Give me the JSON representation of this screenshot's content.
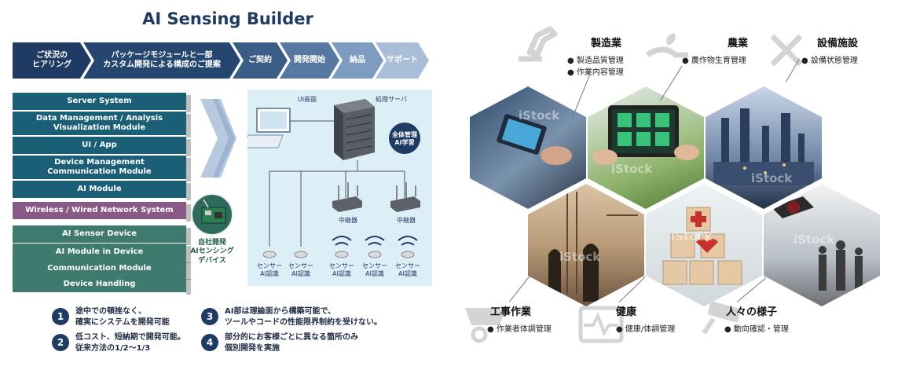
{
  "title": "AI Sensing Builder",
  "process_steps": [
    {
      "label": "ご状況の\nヒアリング",
      "color": "#1f3a63"
    },
    {
      "label": "パッケージモジュールと一部\nカスタム開発による構成のご提案",
      "color": "#25466f"
    },
    {
      "label": "ご契約",
      "color": "#3a5d88"
    },
    {
      "label": "開発開始",
      "color": "#5577a0"
    },
    {
      "label": "納品",
      "color": "#7e9cc0"
    },
    {
      "label": "サポート",
      "color": "#a9bfd9"
    }
  ],
  "stack": {
    "dark": [
      "Server System",
      "Data Management / Analysis\nVisualization Module",
      "UI / App",
      "Device Management\nCommunication Module",
      "AI Module"
    ],
    "network": "Wireless / Wired Network System",
    "device": [
      "AI Sensor Device",
      "AI Module in Device",
      "Communication Module",
      "Device Handling"
    ]
  },
  "device_label": "自社開発\nAIセンシング\nデバイス",
  "architecture": {
    "ui_label": "UI画面",
    "server_label": "処理サーバ",
    "ai_badge": "全体管理\nAI学習",
    "relay_label": "中継器",
    "sensor_label": "センサー\nAI認識"
  },
  "benefits": [
    {
      "num": "1",
      "text": "途中での頓挫なく、\n確実にシステムを開発可能"
    },
    {
      "num": "2",
      "text": "低コスト、短納期で開発可能。\n従来方法の1/2〜1/3"
    },
    {
      "num": "3",
      "text": "AI部は理論面から構築可能で、\nツールやコードの性能限界制約を受けない。"
    },
    {
      "num": "4",
      "text": "部分的にお客様ごとに異なる箇所のみ\n個別開発を実施"
    }
  ],
  "categories": [
    {
      "title": "製造業",
      "items": [
        "製造品質管理",
        "作業内容管理"
      ]
    },
    {
      "title": "農業",
      "items": [
        "農作物生育管理"
      ]
    },
    {
      "title": "設備施設",
      "items": [
        "設備状態管理"
      ]
    },
    {
      "title": "工事作業",
      "items": [
        "作業者体調管理"
      ]
    },
    {
      "title": "健康",
      "items": [
        "健康/体調管理"
      ]
    },
    {
      "title": "人々の様子",
      "items": [
        "動向確認・管理"
      ]
    }
  ],
  "watermark": "iStock",
  "colors": {
    "navy": "#1f3a63",
    "stack_dark": "#1b5f77",
    "stack_purple": "#8a5a86",
    "stack_green": "#3f7a6e",
    "panel": "#dceef6"
  }
}
